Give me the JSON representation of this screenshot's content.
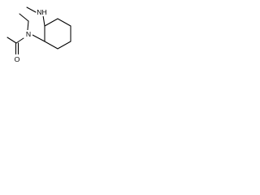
{
  "structure": {
    "atoms": {
      "nh_label": "NH",
      "n_label": "N",
      "o_label": "O"
    }
  },
  "colors": {
    "bond": "#000000",
    "label": "#000000",
    "background": "#ffffff"
  }
}
